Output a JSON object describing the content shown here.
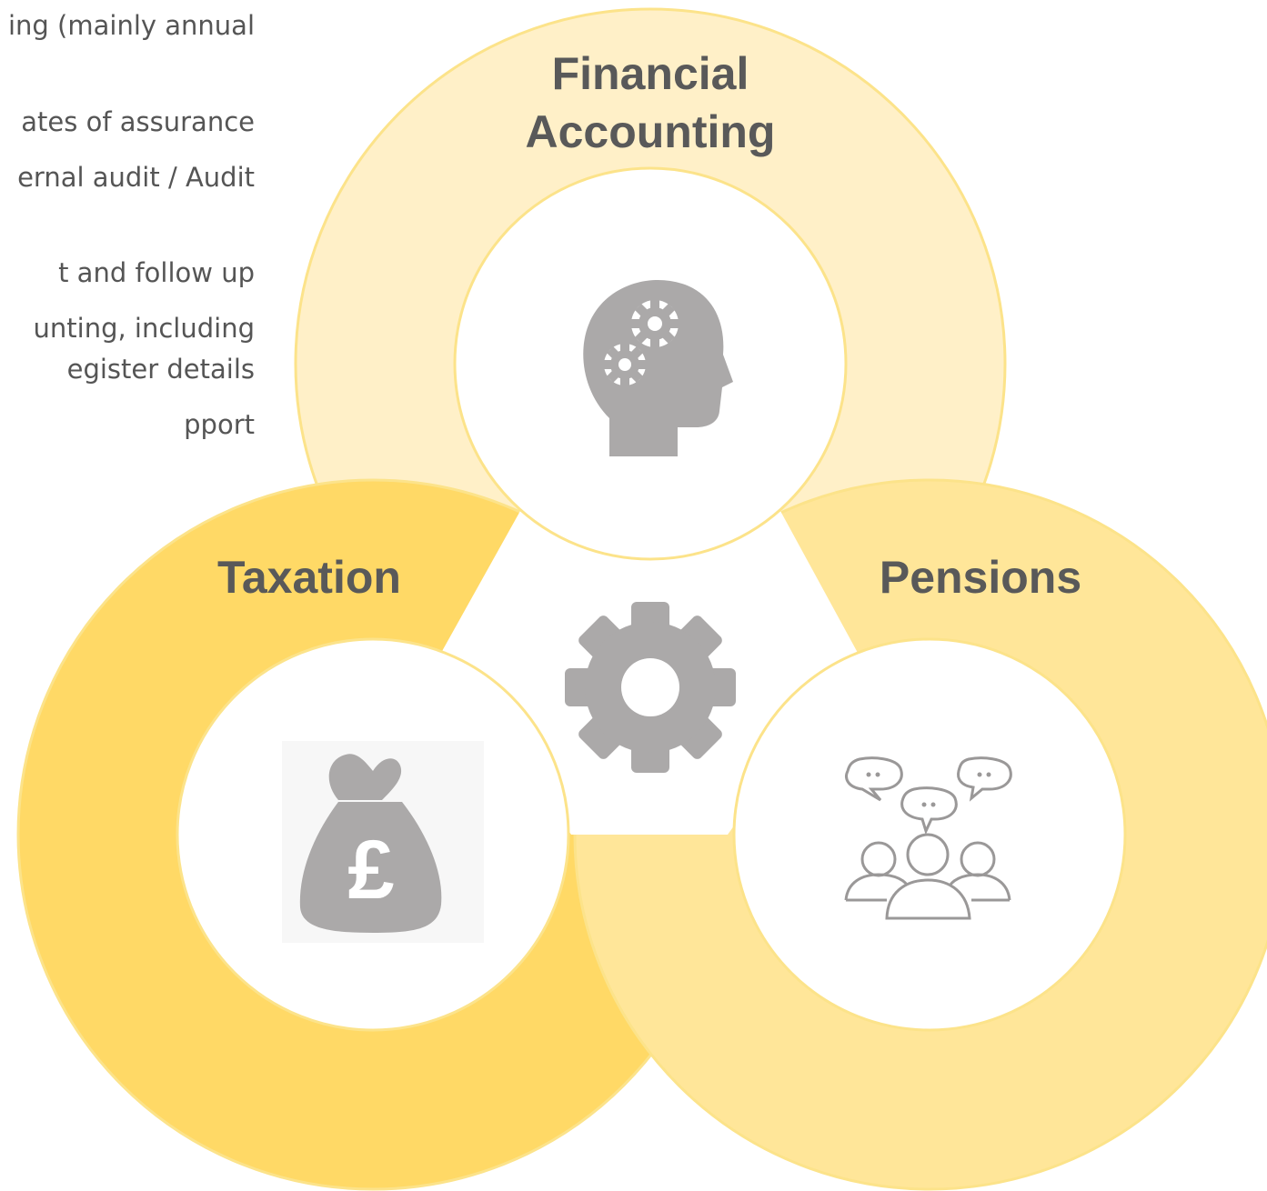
{
  "side_list": {
    "lines": [
      "ing (mainly annual",
      "ates of assurance",
      "ernal audit / Audit",
      "t and follow up",
      "unting, including",
      "egister details",
      "pport"
    ]
  },
  "diagram": {
    "center_icon": "gear-icon",
    "colors": {
      "top_ring": "#FFF0C8",
      "left_ring": "#FFD966",
      "right_ring": "#FFE699",
      "ring_border": "#FCE38A",
      "icon_gray": "#ABA9A9"
    },
    "circles": [
      {
        "id": "financial-accounting",
        "title_lines": [
          "Financial",
          "Accounting"
        ],
        "icon": "head-gears-icon"
      },
      {
        "id": "taxation",
        "title_lines": [
          "Taxation"
        ],
        "icon": "money-bag-pound-icon"
      },
      {
        "id": "pensions",
        "title_lines": [
          "Pensions"
        ],
        "icon": "people-chat-icon"
      }
    ]
  }
}
